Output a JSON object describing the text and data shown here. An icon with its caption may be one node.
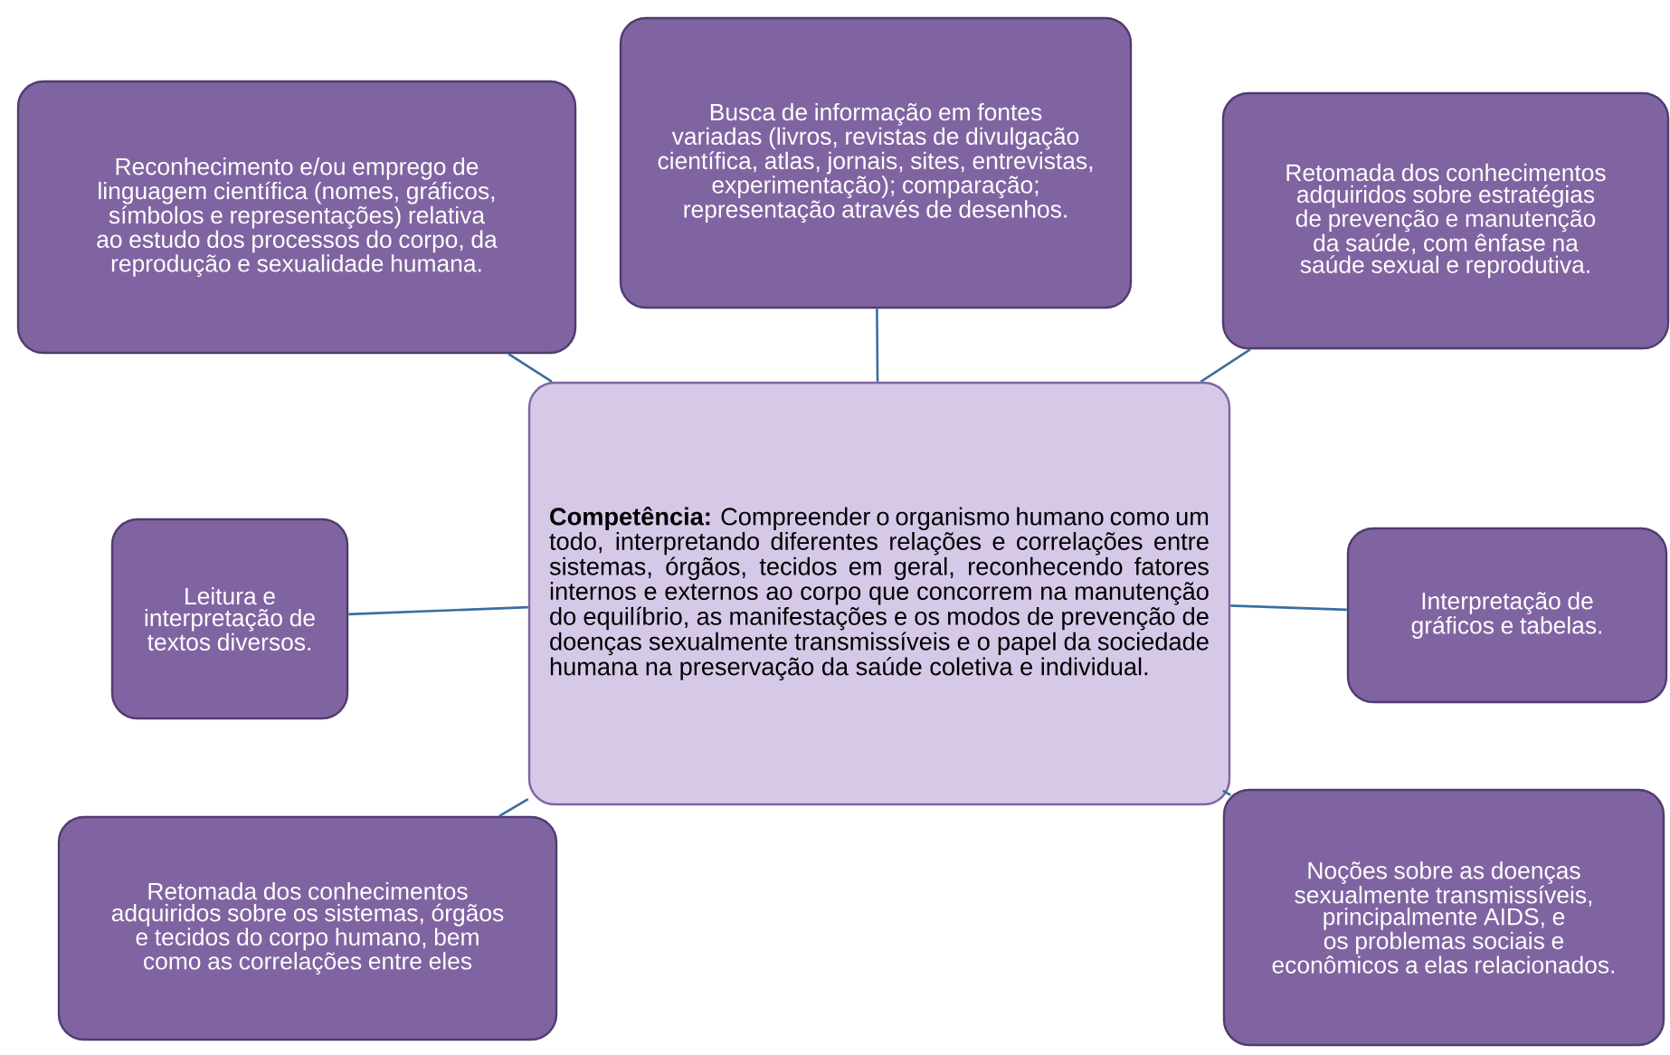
{
  "diagram": {
    "nodes": [
      {
        "text": [
          "Reconhecimento e/ou emprego de linguagem científica (nomes, gráficos, símbolos e representações) relativa ao estudo dos processos do corpo, da reprodução e sexualidade humana."
        ]
      },
      {
        "text": [
          "Busca de informação em fontes variadas (livros, revistas de divulgação científica, atlas, jornais, sites, entrevistas, experimentação); comparação; representação através de desenhos."
        ]
      },
      {
        "text": [
          "Retomada dos conhecimentos adquiridos sobre estratégias de prevenção e manutenção da saúde, com ênfase na saúde sexual e reprodutiva."
        ]
      },
      {
        "text": [
          "Leitura e interpretação de textos diversos."
        ]
      },
      {
        "text": [
          "**Competência:** Compreender o organismo humano como um todo, interpretando diferentes relações e correlações entre sistemas, órgãos, tecidos em geral, reconhecendo fatores internos e externos ao corpo que concorrem na manutenção do equilíbrio, as manifestações e os modos de prevenção de doenças sexualmente transmissíveis e o papel da sociedade humana na preservação da saúde coletiva e individual."
        ]
      },
      {
        "text": [
          "Interpretação de gráficos e tabelas."
        ]
      },
      {
        "text": [
          "Retomada dos conhecimentos adquiridos sobre os sistemas, órgãos e tecidos do corpo humano, bem como as correlações entre eles"
        ]
      },
      {
        "text": [
          "Noções sobre as doenças sexualmente transmissíveis, principalmente AIDS, e os problemas sociais e econômicos a elas relacionados."
        ]
      }
    ],
    "edges": [
      {
        "from": 4,
        "to": 0,
        "arrow": "none"
      },
      {
        "from": 4,
        "to": 1,
        "arrow": "none"
      },
      {
        "from": 4,
        "to": 2,
        "arrow": "none"
      },
      {
        "from": 4,
        "to": 3,
        "arrow": "none"
      },
      {
        "from": 4,
        "to": 5,
        "arrow": "none"
      },
      {
        "from": 4,
        "to": 6,
        "arrow": "none"
      },
      {
        "from": 4,
        "to": 7,
        "arrow": "none"
      }
    ]
  }
}
